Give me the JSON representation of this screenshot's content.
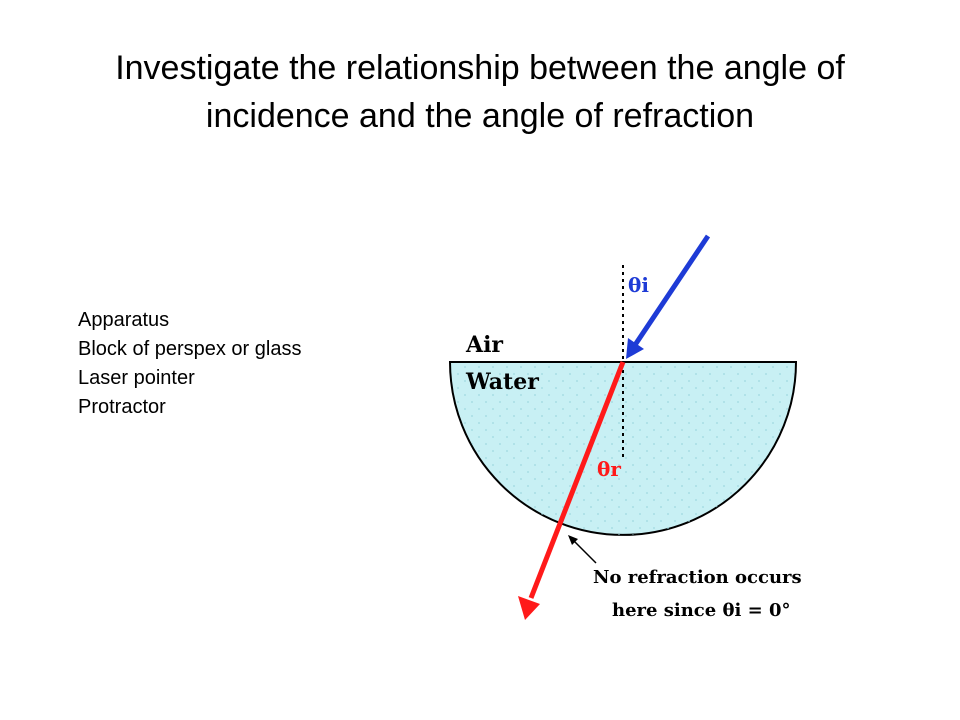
{
  "title": {
    "line1": "Investigate the relationship between the angle of",
    "line2": "incidence and the angle of refraction"
  },
  "apparatus": {
    "heading": "Apparatus",
    "items": [
      "Block of perspex or glass",
      "Laser pointer",
      "Protractor"
    ]
  },
  "diagram": {
    "air_label": "Air",
    "water_label": "Water",
    "theta_i_label": "θi",
    "theta_r_label": "θr",
    "note_line1": "No refraction occurs",
    "note_line2": "here since θi = 0°",
    "colors": {
      "water": "#c8f0f4",
      "incident_ray": "#1e3bd6",
      "refracted_ray": "#ff1a1a",
      "outline": "#000000"
    }
  }
}
